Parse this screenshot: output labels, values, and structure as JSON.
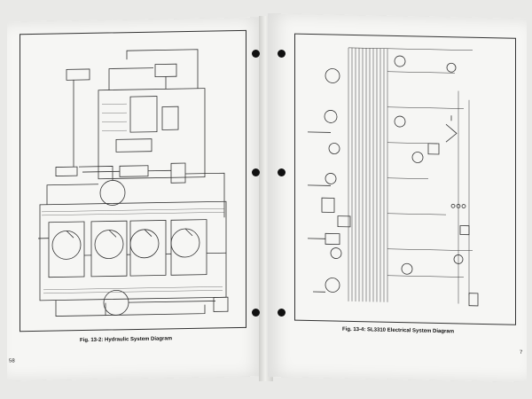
{
  "left_page": {
    "caption": "Fig. 13-2: Hydraulic System Diagram",
    "page_number": "58"
  },
  "right_page": {
    "caption": "Fig. 13-4: SL3310 Electrical System Diagram",
    "page_number": "7"
  },
  "colors": {
    "paper": "#f6f6f4",
    "ink": "#222222",
    "background": "#e9e9e7",
    "binder_hole": "#111111"
  }
}
